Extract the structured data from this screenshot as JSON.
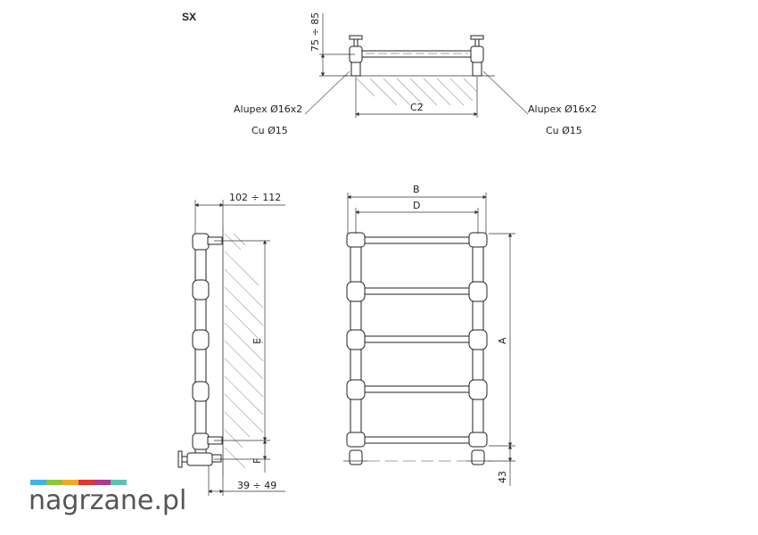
{
  "diagram": {
    "model": "SX",
    "top_view": {
      "height_range": "75 ÷ 85",
      "center_distance": "C2",
      "left_pipe_1": "Alupex Ø16x2",
      "left_pipe_2": "Cu Ø15",
      "right_pipe_1": "Alupex Ø16x2",
      "right_pipe_2": "Cu Ø15"
    },
    "side_view": {
      "depth_range": "102 ÷ 112",
      "dim_e": "E",
      "dim_f": "F",
      "offset_range": "39 ÷ 49"
    },
    "front_view": {
      "dim_b": "B",
      "dim_d": "D",
      "dim_a": "A",
      "dim_43": "43"
    }
  },
  "logo": {
    "text": "nagrzane.pl",
    "bar_colors": [
      "#3fb4e5",
      "#8cc63f",
      "#f7a823",
      "#e4342d",
      "#b0378b",
      "#5bc2b1"
    ],
    "text_color": "#555555"
  }
}
